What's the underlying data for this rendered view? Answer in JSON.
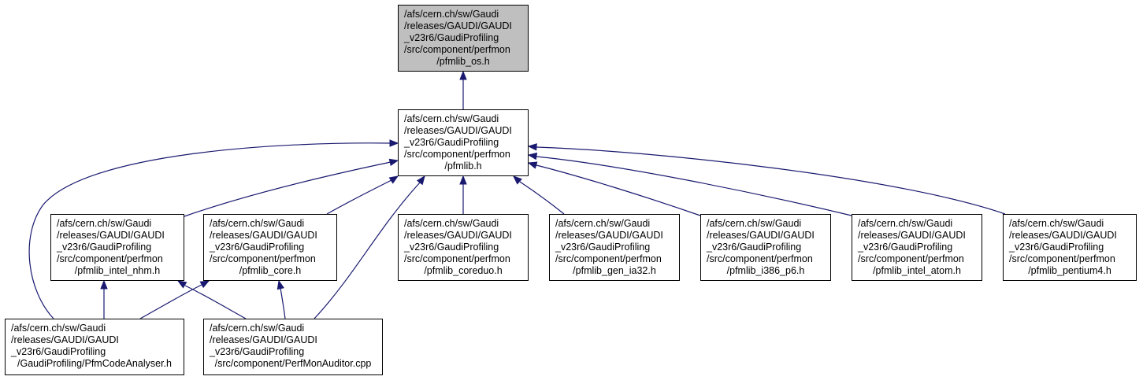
{
  "colors": {
    "edge": "#191970",
    "border": "#000000",
    "current_fill": "#bfbfbf",
    "node_fill": "#ffffff"
  },
  "nodes": {
    "os": {
      "lines": [
        "/afs/cern.ch/sw/Gaudi",
        "/releases/GAUDI/GAUDI",
        "_v23r6/GaudiProfiling",
        "/src/component/perfmon",
        "/pfmlib_os.h"
      ]
    },
    "pfmlib": {
      "lines": [
        "/afs/cern.ch/sw/Gaudi",
        "/releases/GAUDI/GAUDI",
        "_v23r6/GaudiProfiling",
        "/src/component/perfmon",
        "/pfmlib.h"
      ]
    },
    "intel_nhm": {
      "lines": [
        "/afs/cern.ch/sw/Gaudi",
        "/releases/GAUDI/GAUDI",
        "_v23r6/GaudiProfiling",
        "/src/component/perfmon",
        "/pfmlib_intel_nhm.h"
      ]
    },
    "core": {
      "lines": [
        "/afs/cern.ch/sw/Gaudi",
        "/releases/GAUDI/GAUDI",
        "_v23r6/GaudiProfiling",
        "/src/component/perfmon",
        "/pfmlib_core.h"
      ]
    },
    "coreduo": {
      "lines": [
        "/afs/cern.ch/sw/Gaudi",
        "/releases/GAUDI/GAUDI",
        "_v23r6/GaudiProfiling",
        "/src/component/perfmon",
        "/pfmlib_coreduo.h"
      ]
    },
    "gen_ia32": {
      "lines": [
        "/afs/cern.ch/sw/Gaudi",
        "/releases/GAUDI/GAUDI",
        "_v23r6/GaudiProfiling",
        "/src/component/perfmon",
        "/pfmlib_gen_ia32.h"
      ]
    },
    "i386_p6": {
      "lines": [
        "/afs/cern.ch/sw/Gaudi",
        "/releases/GAUDI/GAUDI",
        "_v23r6/GaudiProfiling",
        "/src/component/perfmon",
        "/pfmlib_i386_p6.h"
      ]
    },
    "intel_atom": {
      "lines": [
        "/afs/cern.ch/sw/Gaudi",
        "/releases/GAUDI/GAUDI",
        "_v23r6/GaudiProfiling",
        "/src/component/perfmon",
        "/pfmlib_intel_atom.h"
      ]
    },
    "pentium4": {
      "lines": [
        "/afs/cern.ch/sw/Gaudi",
        "/releases/GAUDI/GAUDI",
        "_v23r6/GaudiProfiling",
        "/src/component/perfmon",
        "/pfmlib_pentium4.h"
      ]
    },
    "pfmcodeanalyser": {
      "lines": [
        "/afs/cern.ch/sw/Gaudi",
        "/releases/GAUDI/GAUDI",
        "_v23r6/GaudiProfiling",
        "/GaudiProfiling/PfmCodeAnalyser.h"
      ]
    },
    "perfmonauditor": {
      "lines": [
        "/afs/cern.ch/sw/Gaudi",
        "/releases/GAUDI/GAUDI",
        "_v23r6/GaudiProfiling",
        "/src/component/PerfMonAuditor.cpp"
      ]
    }
  }
}
